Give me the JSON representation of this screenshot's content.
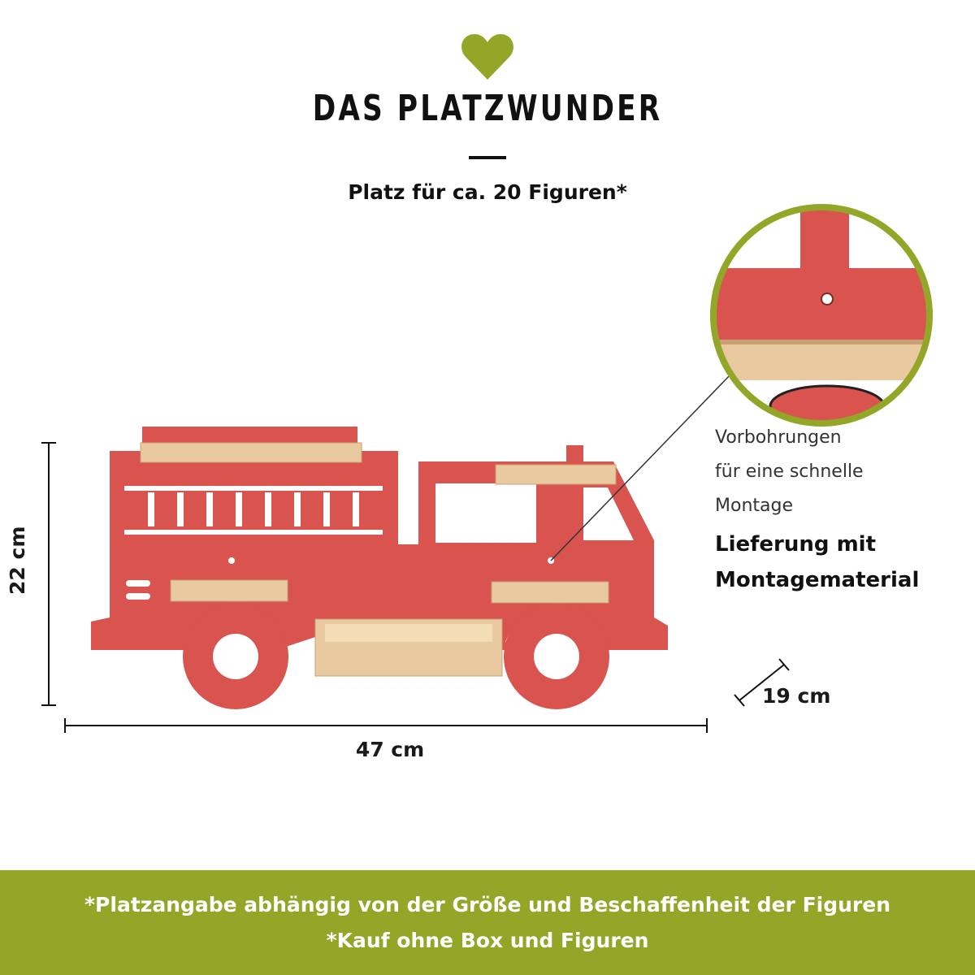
{
  "header": {
    "heart_icon": "heart-icon",
    "title": "DAS PLATZWUNDER",
    "subtitle": "Platz für ca. 20 Figuren*"
  },
  "dimensions": {
    "height": "22 cm",
    "width": "47 cm",
    "depth": "19 cm"
  },
  "callout": {
    "line1": "Vorbohrungen",
    "line2": "für eine schnelle",
    "line3": "Montage",
    "strong1": "Lieferung mit",
    "strong2": "Montagematerial"
  },
  "footer": {
    "line1": "*Platzangabe abhängig von der Größe und Beschaffenheit der Figuren",
    "line2": "*Kauf ohne Box und Figuren"
  },
  "colors": {
    "accent_green": "#93a628",
    "truck_red": "#d9534f",
    "wood": "#e8c9a0"
  }
}
